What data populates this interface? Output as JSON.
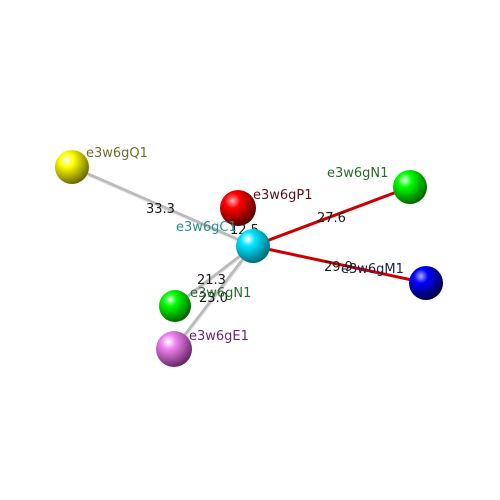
{
  "nodes": {
    "center": {
      "label": "e3w6gC1",
      "color": "#00e5ff",
      "label_color": "#2f8a8a"
    },
    "q1": {
      "label": "e3w6gQ1",
      "color": "#ffff00",
      "label_color": "#6e6e2a"
    },
    "p1": {
      "label": "e3w6gP1",
      "color": "#ff0000",
      "label_color": "#5a1010"
    },
    "n1_right": {
      "label": "e3w6gN1",
      "color": "#00ff00",
      "label_color": "#2a6a2a"
    },
    "m1": {
      "label": "e3w6gM1",
      "color": "#0000ff",
      "label_color": "#20204a"
    },
    "n1_left": {
      "label": "e3w6gN1",
      "color": "#00ff00",
      "label_color": "#2a6a2a"
    },
    "e1": {
      "label": "e3w6gE1",
      "color": "#ee82ee",
      "label_color": "#6a2a6a"
    }
  },
  "distances": {
    "q1": "33.3",
    "p1": "12.5",
    "n1_right": "27.6",
    "m1": "29.9",
    "n1_left": "21.3",
    "e1": "23.0"
  },
  "bond_colors": {
    "close": "#cc0000",
    "far": "#cccccc"
  }
}
